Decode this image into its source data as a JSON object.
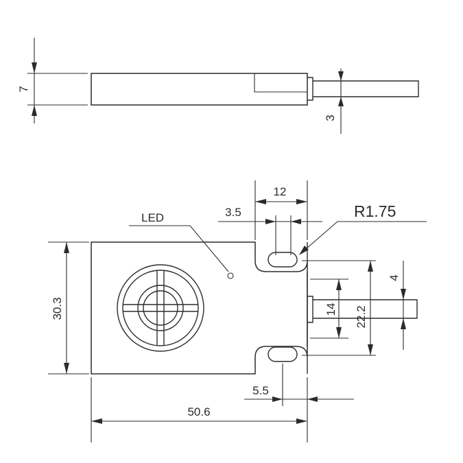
{
  "side_view": {
    "thickness": "7",
    "cable_diameter": "3"
  },
  "front_view": {
    "led_label": "LED",
    "slot_spacing": "12",
    "slot_width": "3.5",
    "slot_radius": "R1.75",
    "height": "30.3",
    "cable_width": "4",
    "cable_span": "14",
    "hole_pitch": "22.2",
    "slot_offset": "5.5",
    "width": "50.6"
  }
}
